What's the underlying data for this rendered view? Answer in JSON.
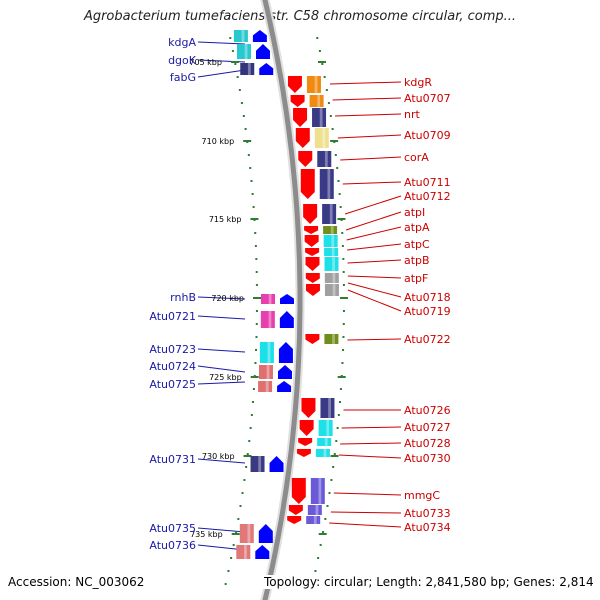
{
  "title": "Agrobacterium tumefaciens str. C58 chromosome circular, comp...",
  "accession": "Accession: NC_003062",
  "topology": "Topology: circular; Length: 2,841,580 bp; Genes: 2,814",
  "colors": {
    "backbone": "#8c8c8c",
    "tick": "#2e7d32",
    "left_label": "#1a1aa6",
    "right_label": "#cc0000",
    "left_arrow": "#0000ff",
    "right_arrow": "#ff0000"
  },
  "scale_ticks": [
    "705 kbp",
    "710 kbp",
    "715 kbp",
    "720 kbp",
    "725 kbp",
    "730 kbp",
    "735 kbp"
  ],
  "left_genes": [
    {
      "name": "kdgA",
      "color": "#27c8d0"
    },
    {
      "name": "dgoK",
      "color": "#27c8d0"
    },
    {
      "name": "fabG",
      "color": "#34347a"
    },
    {
      "name": "rnhB",
      "color": "#e83fae"
    },
    {
      "name": "Atu0721",
      "color": "#e83fae"
    },
    {
      "name": "Atu0723",
      "color": "#1ce0e8"
    },
    {
      "name": "Atu0724",
      "color": "#e07070"
    },
    {
      "name": "Atu0725",
      "color": "#e07070"
    },
    {
      "name": "Atu0731",
      "color": "#3a3a80"
    },
    {
      "name": "Atu0735",
      "color": "#e07878"
    },
    {
      "name": "Atu0736",
      "color": "#e07878"
    }
  ],
  "right_genes": [
    {
      "name": "kdgR",
      "color": "#f08a10"
    },
    {
      "name": "Atu0707",
      "color": "#f08a10"
    },
    {
      "name": "nrt",
      "color": "#3a3a86"
    },
    {
      "name": "Atu0709",
      "color": "#efe090"
    },
    {
      "name": "corA",
      "color": "#3a3a86"
    },
    {
      "name": "Atu0711",
      "color": "#3a3a86"
    },
    {
      "name": "Atu0712",
      "color": "#3a3a86"
    },
    {
      "name": "atpI",
      "color": "#6f8f1a"
    },
    {
      "name": "atpA",
      "color": "#1ee0e8"
    },
    {
      "name": "atpC",
      "color": "#1ee0e8"
    },
    {
      "name": "atpB",
      "color": "#1ee0e8"
    },
    {
      "name": "atpF",
      "color": "#a0a0a0"
    },
    {
      "name": "Atu0718",
      "color": "#a0a0a0"
    },
    {
      "name": "Atu0719",
      "color": "#a0a0a0"
    },
    {
      "name": "Atu0722",
      "color": "#6f8f1a"
    },
    {
      "name": "Atu0726",
      "color": "#3a3a86"
    },
    {
      "name": "Atu0727",
      "color": "#1ee0e8"
    },
    {
      "name": "Atu0728",
      "color": "#1ee0e8"
    },
    {
      "name": "Atu0730",
      "color": "#1ee0e8"
    },
    {
      "name": "mmgC",
      "color": "#6a5ad8"
    },
    {
      "name": "Atu0733",
      "color": "#6a5ad8"
    },
    {
      "name": "Atu0734",
      "color": "#6a5ad8"
    }
  ]
}
